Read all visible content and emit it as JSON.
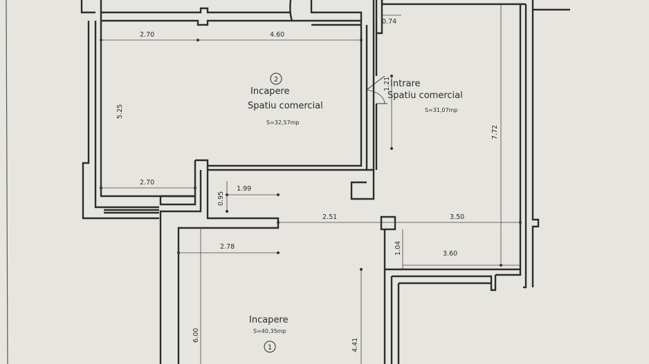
{
  "rooms": [
    {
      "id": "room-2",
      "number": "2",
      "name_line1": "Incapere",
      "name_line2": "Spatiu comercial",
      "area": "S=32,57mp"
    },
    {
      "id": "room-entry",
      "name_line1": "Intrare",
      "name_line2": "Spatiu comercial",
      "area": "S=31,07mp"
    },
    {
      "id": "room-1",
      "number": "1",
      "name_line1": "Incapere",
      "area": "S=40,35mp"
    }
  ],
  "dimensions": {
    "room2_top_left": "2.70",
    "room2_top_right": "4.60",
    "room2_height": "5.25",
    "room2_bottom": "2.70",
    "entry_top": "0.74",
    "entry_door": "1.21",
    "entry_height": "7.72",
    "corridor_small": "0.95",
    "corridor_width": "1.99",
    "corridor_left": "2.51",
    "corridor_right": "3.50",
    "wall_offset": "1.04",
    "lower_right_width": "3.60",
    "room1_top": "2.78",
    "room1_height": "6.00",
    "room1_right": "4.41"
  }
}
